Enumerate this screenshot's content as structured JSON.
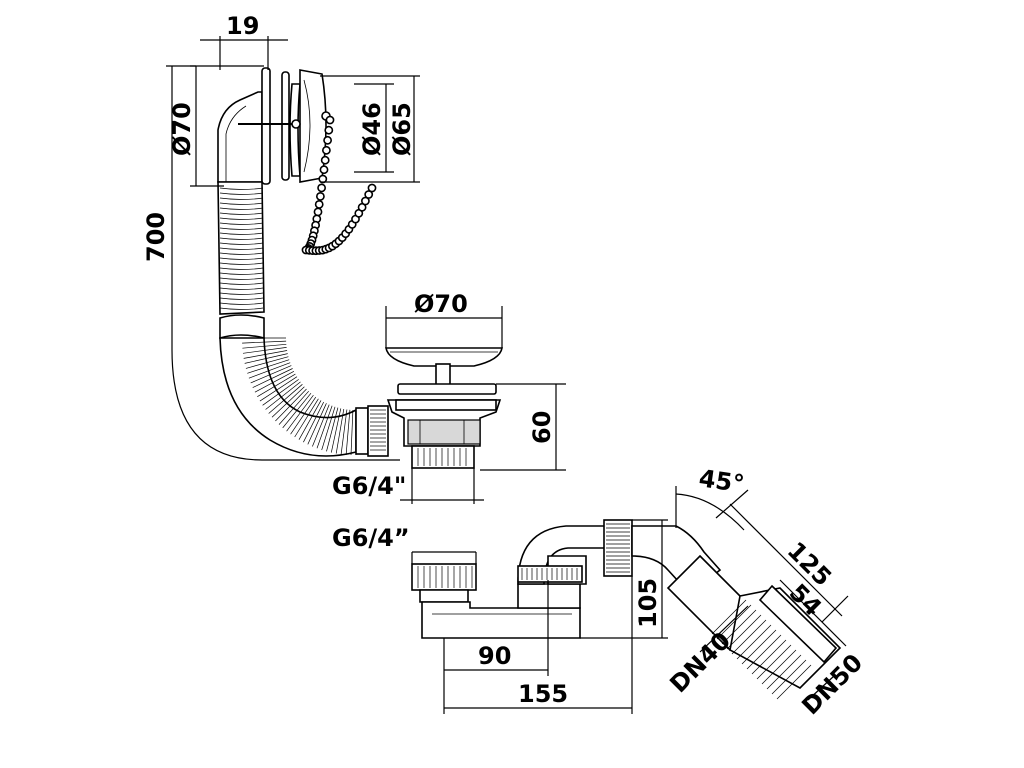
{
  "dimensions": {
    "top_width": "19",
    "left_diameter": "Ø70",
    "total_length": "700",
    "plug_inner_diameter": "Ø46",
    "plug_outer_diameter": "Ø65",
    "strainer_diameter": "Ø70",
    "strainer_height": "60",
    "thread_upper": "G6/4\"",
    "thread_lower": "G6/4”",
    "angle": "45°",
    "elbow_length": "125",
    "outlet_length": "54",
    "trap_height": "105",
    "offset_short": "90",
    "offset_long": "155",
    "pipe_small": "DN40",
    "pipe_large": "DN50"
  }
}
